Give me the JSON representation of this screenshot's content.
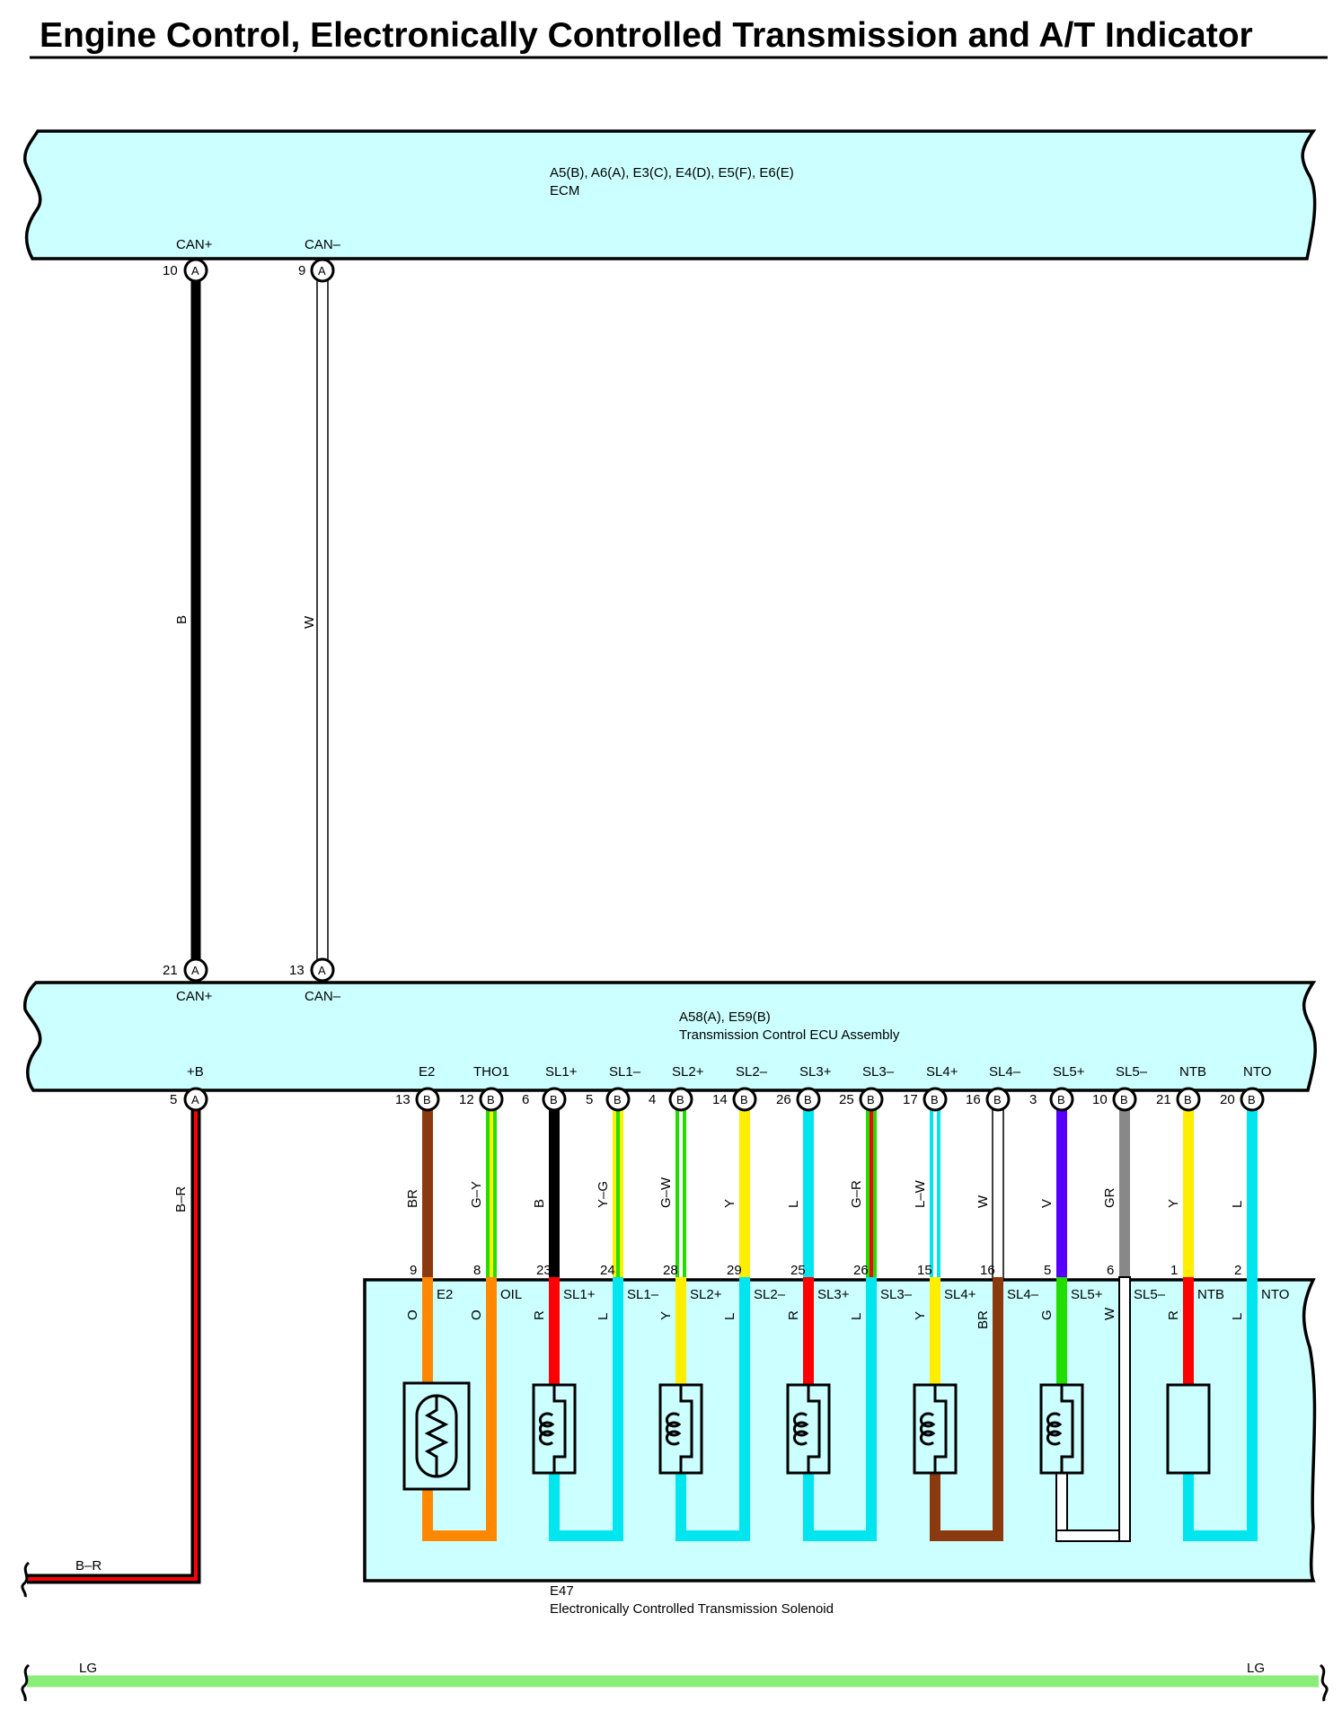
{
  "title": "Engine Control, Electronically Controlled Transmission and A/T Indicator",
  "ecm": {
    "connectors": "A5(B), A6(A), E3(C), E4(D), E5(F), E6(E)",
    "name": "ECM",
    "pins": [
      {
        "label": "CAN+",
        "num": "10",
        "conn": "A"
      },
      {
        "label": "CAN–",
        "num": "9",
        "conn": "A"
      }
    ]
  },
  "can_wires": [
    {
      "color_code": "B",
      "hex": "#000000"
    },
    {
      "color_code": "W",
      "hex": "#ffffff"
    }
  ],
  "tcu": {
    "connectors": "A58(A), E59(B)",
    "name": "Transmission Control ECU Assembly",
    "top_pins": [
      {
        "label": "CAN+",
        "num": "21",
        "conn": "A"
      },
      {
        "label": "CAN–",
        "num": "13",
        "conn": "A"
      }
    ],
    "power_pin": {
      "label": "+B",
      "num": "5",
      "conn": "A",
      "wire": "B–R"
    },
    "bottom_pins": [
      {
        "label": "E2",
        "num": "13",
        "conn": "B",
        "wire": "BR",
        "c1": "#8b3a0f",
        "c2": ""
      },
      {
        "label": "THO1",
        "num": "12",
        "conn": "B",
        "wire": "G–Y",
        "c1": "#22dd00",
        "c2": "#ffee00"
      },
      {
        "label": "SL1+",
        "num": "6",
        "conn": "B",
        "wire": "B",
        "c1": "#000000",
        "c2": ""
      },
      {
        "label": "SL1–",
        "num": "5",
        "conn": "B",
        "wire": "Y–G",
        "c1": "#ffee00",
        "c2": "#22dd00"
      },
      {
        "label": "SL2+",
        "num": "4",
        "conn": "B",
        "wire": "G–W",
        "c1": "#22dd00",
        "c2": "#ffffff"
      },
      {
        "label": "SL2–",
        "num": "14",
        "conn": "B",
        "wire": "Y",
        "c1": "#ffee00",
        "c2": ""
      },
      {
        "label": "SL3+",
        "num": "26",
        "conn": "B",
        "wire": "L",
        "c1": "#00e5ee",
        "c2": ""
      },
      {
        "label": "SL3–",
        "num": "25",
        "conn": "B",
        "wire": "G–R",
        "c1": "#22dd00",
        "c2": "#ff0000"
      },
      {
        "label": "SL4+",
        "num": "17",
        "conn": "B",
        "wire": "L–W",
        "c1": "#00e5ee",
        "c2": "#ffffff"
      },
      {
        "label": "SL4–",
        "num": "16",
        "conn": "B",
        "wire": "W",
        "c1": "#ffffff",
        "c2": ""
      },
      {
        "label": "SL5+",
        "num": "3",
        "conn": "B",
        "wire": "V",
        "c1": "#5500ff",
        "c2": ""
      },
      {
        "label": "SL5–",
        "num": "10",
        "conn": "B",
        "wire": "GR",
        "c1": "#888888",
        "c2": ""
      },
      {
        "label": "NTB",
        "num": "21",
        "conn": "B",
        "wire": "Y",
        "c1": "#ffee00",
        "c2": ""
      },
      {
        "label": "NTO",
        "num": "20",
        "conn": "B",
        "wire": "L",
        "c1": "#00e5ee",
        "c2": ""
      }
    ]
  },
  "solenoid": {
    "connector": "E47",
    "name": "Electronically Controlled Transmission Solenoid",
    "pins": [
      {
        "num": "9",
        "label": "E2",
        "wire": "O",
        "c1": "#ff8800"
      },
      {
        "num": "8",
        "label": "OIL",
        "wire": "O",
        "c1": "#ff8800"
      },
      {
        "num": "23",
        "label": "SL1+",
        "wire": "R",
        "c1": "#ff0000"
      },
      {
        "num": "24",
        "label": "SL1–",
        "wire": "L",
        "c1": "#00e5ee"
      },
      {
        "num": "28",
        "label": "SL2+",
        "wire": "Y",
        "c1": "#ffee00"
      },
      {
        "num": "29",
        "label": "SL2–",
        "wire": "L",
        "c1": "#00e5ee"
      },
      {
        "num": "25",
        "label": "SL3+",
        "wire": "R",
        "c1": "#ff0000"
      },
      {
        "num": "26",
        "label": "SL3–",
        "wire": "L",
        "c1": "#00e5ee"
      },
      {
        "num": "15",
        "label": "SL4+",
        "wire": "Y",
        "c1": "#ffee00"
      },
      {
        "num": "16",
        "label": "SL4–",
        "wire": "BR",
        "c1": "#8b3a0f"
      },
      {
        "num": "5",
        "label": "SL5+",
        "wire": "G",
        "c1": "#22dd00"
      },
      {
        "num": "6",
        "label": "SL5–",
        "wire": "W",
        "c1": "#ffffff"
      },
      {
        "num": "1",
        "label": "NTB",
        "wire": "R",
        "c1": "#ff0000"
      },
      {
        "num": "2",
        "label": "NTO",
        "wire": "L",
        "c1": "#00e5ee"
      }
    ]
  },
  "br_exit": {
    "wire": "B–R"
  },
  "lg_bus": {
    "left": "LG",
    "right": "LG",
    "hex": "#88ee77"
  }
}
